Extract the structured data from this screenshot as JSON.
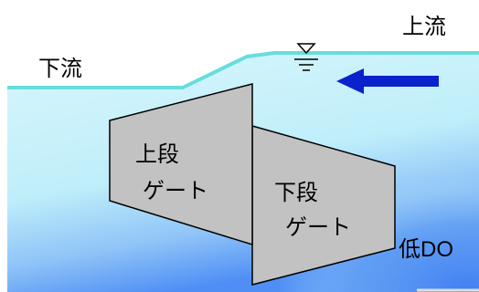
{
  "labels": {
    "upstream": "上流",
    "downstream": "下流",
    "upper_gate_line1": "上段",
    "upper_gate_line2": "ゲート",
    "lower_gate_line1": "下段",
    "lower_gate_line2": "ゲート",
    "low_do": "低DO"
  },
  "colors": {
    "water_surface": "#66dddd",
    "water_light": "#ccf2fb",
    "water_deep": "#4f8ff5",
    "gate_fill": "#c2c2c2",
    "gate_stroke": "#000000",
    "flow_arrow": "#0a22cc"
  },
  "icons": {
    "water_level_marker": "water-level-triangle-icon",
    "flow_direction": "flow-arrow-left-icon"
  }
}
